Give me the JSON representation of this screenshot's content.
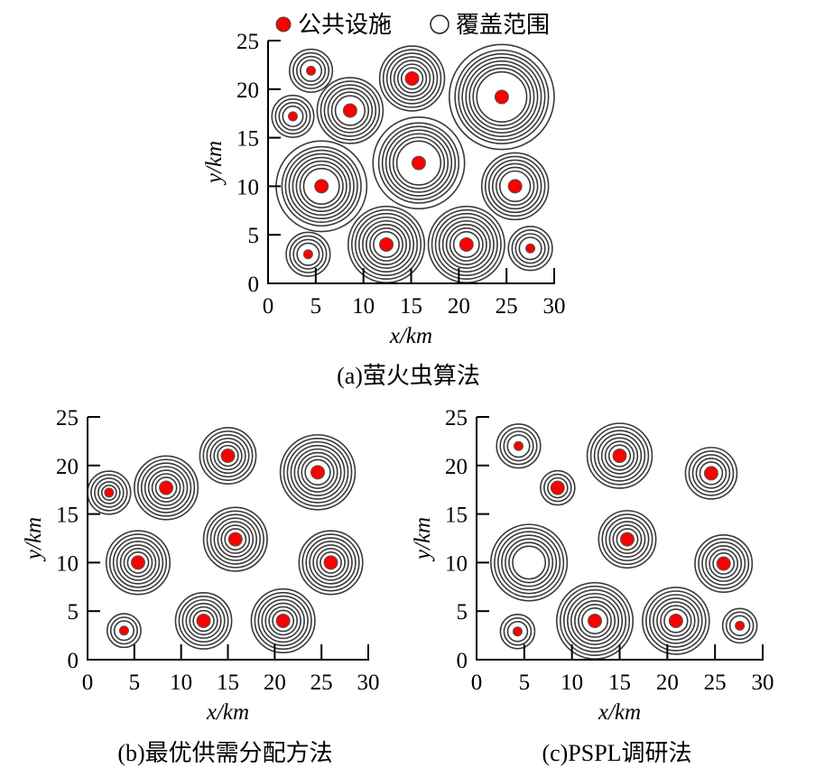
{
  "legend": {
    "facility": "公共设施",
    "coverage": "覆盖范围"
  },
  "colors": {
    "facility": "#ff0000",
    "ring": "#3a3a3a",
    "axis": "#000000"
  },
  "chart_data": [
    {
      "type": "scatter",
      "caption": "(a)萤火虫算法",
      "xlabel": "x/km",
      "ylabel": "y/km",
      "xlim": [
        0,
        30
      ],
      "ylim": [
        0,
        25
      ],
      "xticks": [
        "0",
        "5",
        "10",
        "15",
        "20",
        "25",
        "30"
      ],
      "yticks": [
        "0",
        "5",
        "10",
        "15",
        "20",
        "25"
      ],
      "facilities": [
        {
          "x": 4.5,
          "y": 21.9,
          "dot": "small",
          "outer_radius": 2.25,
          "rings": 4
        },
        {
          "x": 2.6,
          "y": 17.2,
          "dot": "small",
          "outer_radius": 2.2,
          "rings": 4
        },
        {
          "x": 8.6,
          "y": 17.8,
          "dot": "large",
          "outer_radius": 3.45,
          "rings": 6
        },
        {
          "x": 15.1,
          "y": 21.1,
          "dot": "large",
          "outer_radius": 3.4,
          "rings": 7
        },
        {
          "x": 24.5,
          "y": 19.2,
          "dot": "large",
          "outer_radius": 5.5,
          "rings": 8
        },
        {
          "x": 5.6,
          "y": 10.0,
          "dot": "large",
          "outer_radius": 4.75,
          "rings": 8
        },
        {
          "x": 15.8,
          "y": 12.4,
          "dot": "large",
          "outer_radius": 4.8,
          "rings": 7
        },
        {
          "x": 25.9,
          "y": 10.0,
          "dot": "large",
          "outer_radius": 3.5,
          "rings": 6
        },
        {
          "x": 4.2,
          "y": 3.0,
          "dot": "small",
          "outer_radius": 2.3,
          "rings": 4
        },
        {
          "x": 12.4,
          "y": 4.0,
          "dot": "large",
          "outer_radius": 4.0,
          "rings": 8
        },
        {
          "x": 20.8,
          "y": 4.0,
          "dot": "large",
          "outer_radius": 4.0,
          "rings": 8
        },
        {
          "x": 27.5,
          "y": 3.6,
          "dot": "small",
          "outer_radius": 2.3,
          "rings": 4
        }
      ]
    },
    {
      "type": "scatter",
      "caption": "(b)最优供需分配方法",
      "xlabel": "x/km",
      "ylabel": "y/km",
      "xlim": [
        0,
        30
      ],
      "ylim": [
        0,
        25
      ],
      "xticks": [
        "0",
        "5",
        "10",
        "15",
        "20",
        "25",
        "30"
      ],
      "yticks": [
        "0",
        "5",
        "10",
        "15",
        "20",
        "25"
      ],
      "facilities": [
        {
          "x": 2.3,
          "y": 17.2,
          "dot": "small",
          "outer_radius": 2.3,
          "rings": 5
        },
        {
          "x": 8.4,
          "y": 17.7,
          "dot": "large",
          "outer_radius": 3.4,
          "rings": 7
        },
        {
          "x": 15.0,
          "y": 21.0,
          "dot": "large",
          "outer_radius": 3.0,
          "rings": 6
        },
        {
          "x": 24.6,
          "y": 19.3,
          "dot": "large",
          "outer_radius": 4.0,
          "rings": 8
        },
        {
          "x": 5.4,
          "y": 10.0,
          "dot": "large",
          "outer_radius": 3.4,
          "rings": 7
        },
        {
          "x": 15.8,
          "y": 12.4,
          "dot": "large",
          "outer_radius": 3.4,
          "rings": 7
        },
        {
          "x": 26.0,
          "y": 10.0,
          "dot": "large",
          "outer_radius": 3.4,
          "rings": 7
        },
        {
          "x": 3.9,
          "y": 3.0,
          "dot": "small",
          "outer_radius": 1.8,
          "rings": 3
        },
        {
          "x": 12.4,
          "y": 4.0,
          "dot": "large",
          "outer_radius": 3.0,
          "rings": 6
        },
        {
          "x": 20.9,
          "y": 4.0,
          "dot": "large",
          "outer_radius": 3.4,
          "rings": 7
        }
      ]
    },
    {
      "type": "scatter",
      "caption": "(c)PSPL调研法",
      "xlabel": "x/km",
      "ylabel": "y/km",
      "xlim": [
        0,
        30
      ],
      "ylim": [
        0,
        25
      ],
      "xticks": [
        "0",
        "5",
        "10",
        "15",
        "20",
        "25",
        "30"
      ],
      "yticks": [
        "0",
        "5",
        "10",
        "15",
        "20",
        "25"
      ],
      "facilities": [
        {
          "x": 4.4,
          "y": 22.0,
          "dot": "small",
          "outer_radius": 2.3,
          "rings": 4
        },
        {
          "x": 8.5,
          "y": 17.7,
          "dot": "large",
          "outer_radius": 1.8,
          "rings": 3
        },
        {
          "x": 15.0,
          "y": 21.0,
          "dot": "large",
          "outer_radius": 3.4,
          "rings": 7
        },
        {
          "x": 24.6,
          "y": 19.2,
          "dot": "large",
          "outer_radius": 2.7,
          "rings": 5
        },
        {
          "x": 5.5,
          "y": 10.0,
          "dot": "none",
          "outer_radius": 4.0,
          "rings": 7
        },
        {
          "x": 15.8,
          "y": 12.4,
          "dot": "large",
          "outer_radius": 3.0,
          "rings": 6
        },
        {
          "x": 25.9,
          "y": 9.9,
          "dot": "large",
          "outer_radius": 3.0,
          "rings": 6
        },
        {
          "x": 4.3,
          "y": 2.9,
          "dot": "small",
          "outer_radius": 1.8,
          "rings": 3
        },
        {
          "x": 12.4,
          "y": 4.0,
          "dot": "large",
          "outer_radius": 4.0,
          "rings": 8
        },
        {
          "x": 20.9,
          "y": 4.0,
          "dot": "large",
          "outer_radius": 3.5,
          "rings": 7
        },
        {
          "x": 27.6,
          "y": 3.5,
          "dot": "small",
          "outer_radius": 1.8,
          "rings": 3
        }
      ]
    }
  ]
}
